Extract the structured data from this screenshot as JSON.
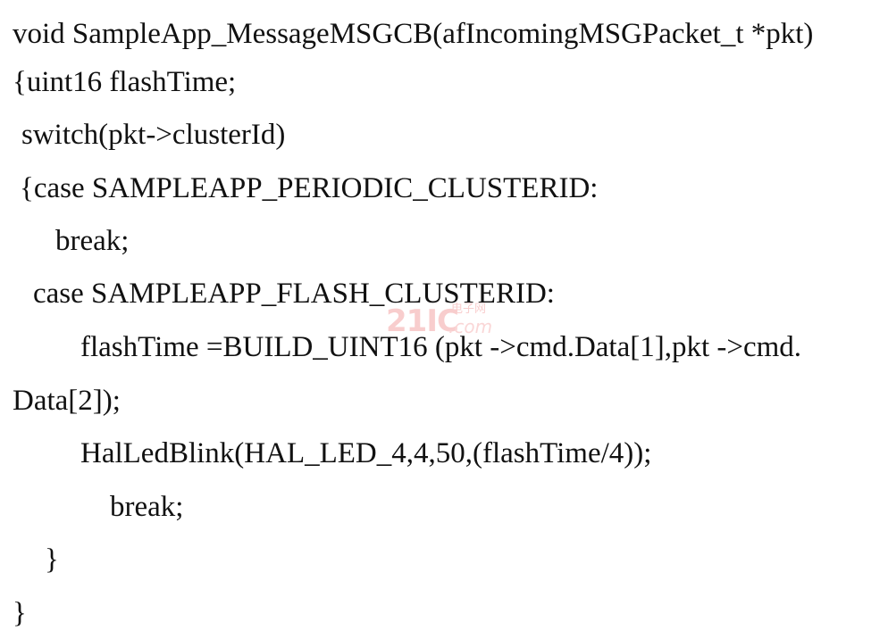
{
  "code_lines": [
    "void SampleApp_MessageMSGCB(afIncomingMSGPacket_t *pkt)",
    "{uint16 flashTime;",
    "switch(pkt->clusterId)",
    "{case SAMPLEAPP_PERIODIC_CLUSTERID:",
    "break;",
    "case SAMPLEAPP_FLASH_CLUSTERID:",
    "flashTime =BUILD_UINT16 (pkt ->cmd.Data[1],pkt ->cmd.",
    "Data[2]);",
    "HalLedBlink(HAL_LED_4,4,50,(flashTime/4));",
    "break;",
    "}",
    "}"
  ],
  "watermark": {
    "logo": "21IC",
    "chinese": "电子网",
    "domain": ".com"
  }
}
